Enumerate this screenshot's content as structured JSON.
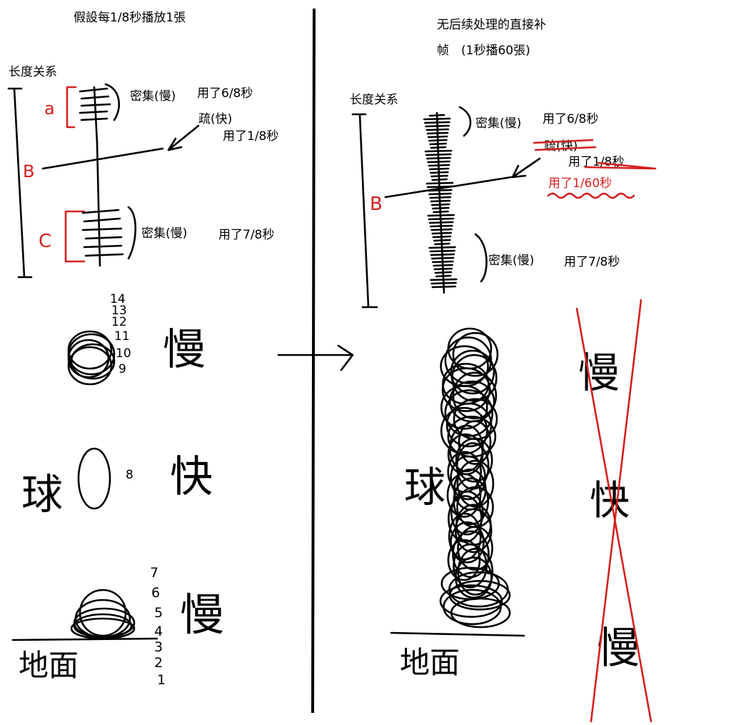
{
  "left": {
    "title": "假設每1/8秒播放1張",
    "axis_label": "长度关系",
    "marker_a": "a",
    "marker_b": "B",
    "marker_c": "C",
    "dense_top": "密集(慢)",
    "used_top": "用了6/8秒",
    "sparse": "疏(快)",
    "used_mid": "用了1/8秒",
    "dense_bottom": "密集(慢)",
    "used_bottom": "用了7/8秒",
    "frame_numbers_top": [
      "14",
      "13",
      "12",
      "11",
      "10",
      "9"
    ],
    "frame_number_mid": "8",
    "frame_numbers_bottom": [
      "7",
      "6",
      "5",
      "4",
      "3",
      "2",
      "1"
    ],
    "word_slow_top": "慢",
    "word_ball": "球",
    "word_fast": "快",
    "word_slow_bottom": "慢",
    "word_ground": "地面"
  },
  "right": {
    "title_line1": "无后续处理的直接补",
    "title_line2": "帧　(1秒播60張)",
    "axis_label": "长度关系",
    "marker_b": "B",
    "dense_top": "密集(慢)",
    "used_top": "用了6/8秒",
    "sparse_struck": "疏(快)",
    "used_mid_struck": "用了1/8秒",
    "used_mid_new": "用了1/60秒",
    "dense_bottom": "密集(慢)",
    "used_bottom": "用了7/8秒",
    "word_ball": "球",
    "word_ground": "地面",
    "crossed_slow_top": "慢",
    "crossed_fast": "快",
    "crossed_slow_bottom": "慢"
  },
  "arrow_label": "",
  "colors": {
    "ink": "#000000",
    "red": "#d42020"
  }
}
